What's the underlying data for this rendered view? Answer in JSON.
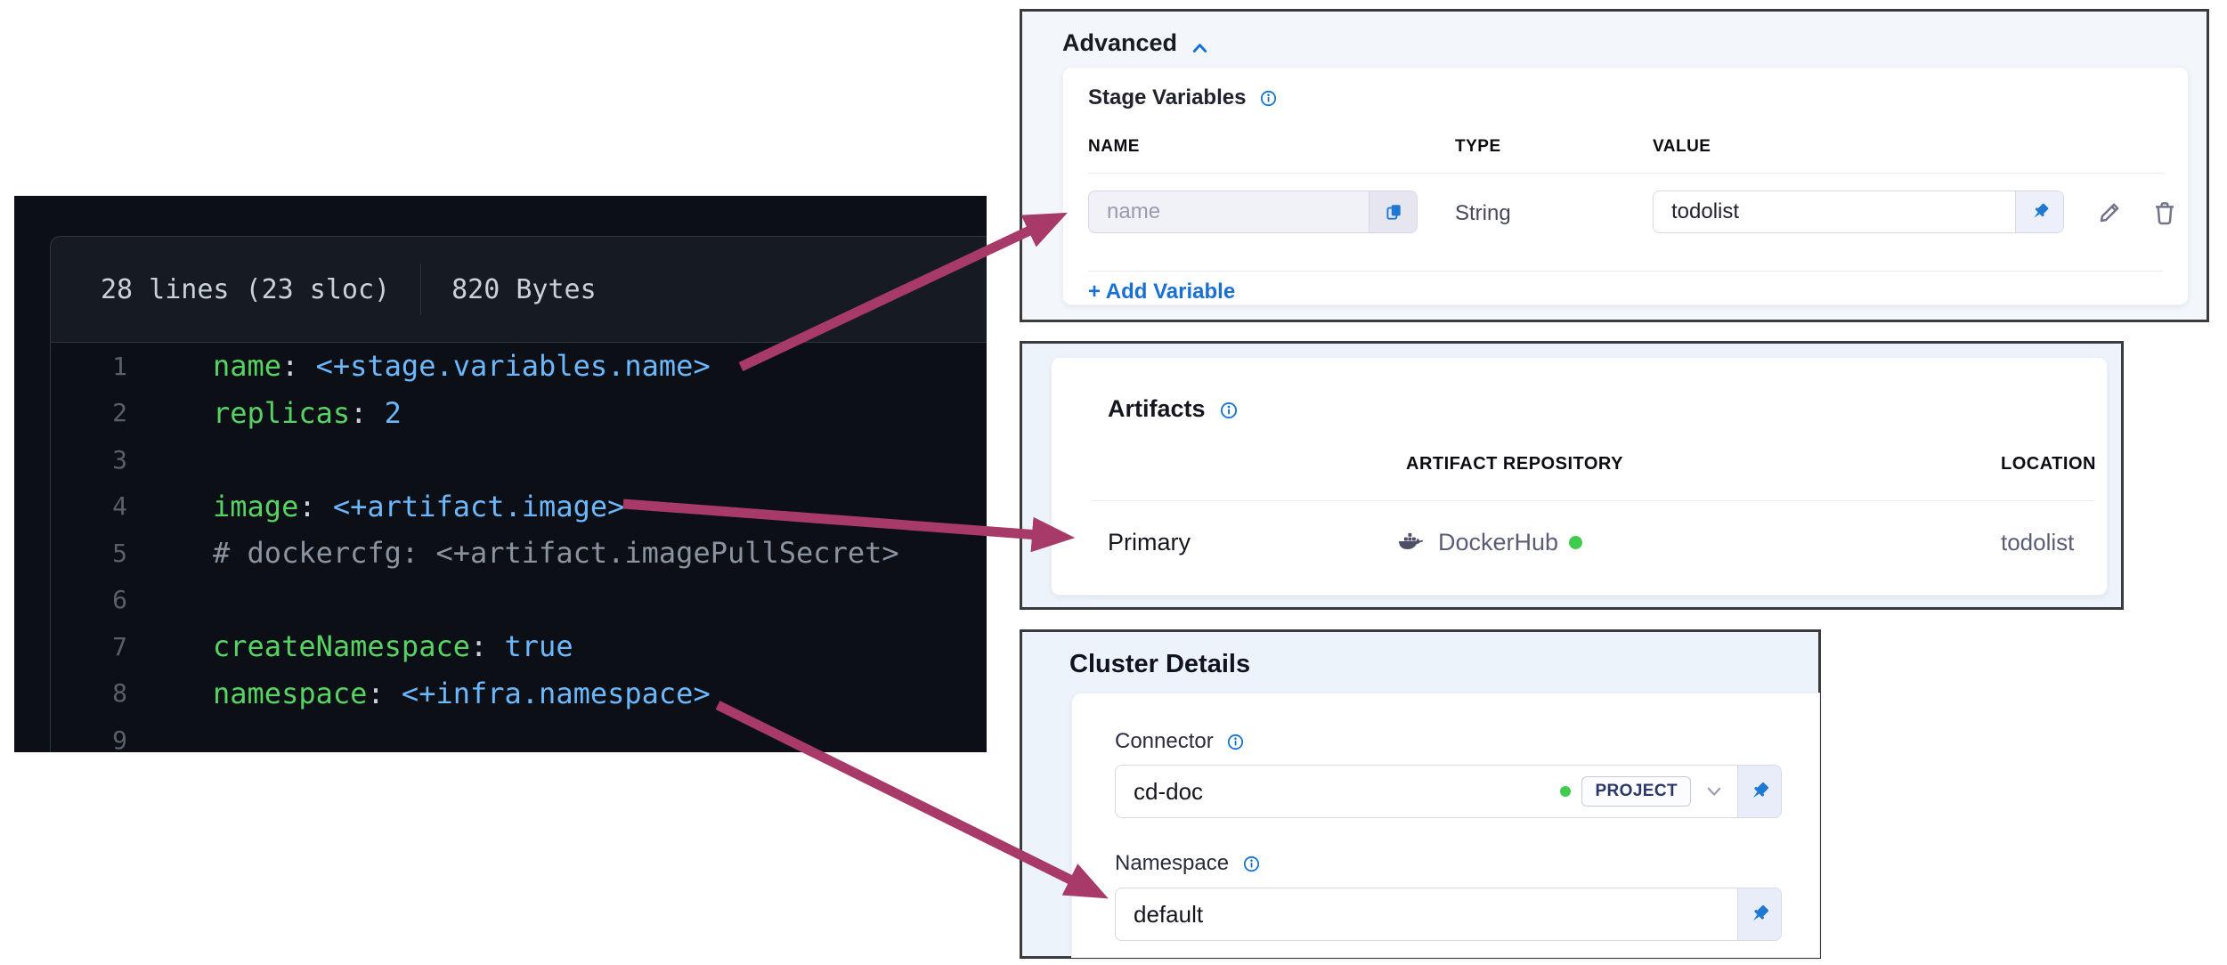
{
  "colors": {
    "accent_blue": "#1673d2",
    "arrow_magenta": "#a73a68",
    "status_green": "#3fcb4c",
    "code_key_green": "#57d364",
    "code_value_blue": "#6cb8ff",
    "code_comment_gray": "#8b949e"
  },
  "code_panel": {
    "header": {
      "lines_info": "28 lines (23 sloc)",
      "size_info": "820 Bytes"
    },
    "lines": [
      {
        "num": "1",
        "tokens": [
          {
            "t": "name",
            "c": "key"
          },
          {
            "t": ": ",
            "c": "plain"
          },
          {
            "t": "<+stage.variables.name>",
            "c": "val"
          }
        ]
      },
      {
        "num": "2",
        "tokens": [
          {
            "t": "replicas",
            "c": "key"
          },
          {
            "t": ": ",
            "c": "plain"
          },
          {
            "t": "2",
            "c": "val"
          }
        ]
      },
      {
        "num": "3",
        "tokens": []
      },
      {
        "num": "4",
        "tokens": [
          {
            "t": "image",
            "c": "key"
          },
          {
            "t": ": ",
            "c": "plain"
          },
          {
            "t": "<+artifact.image>",
            "c": "val"
          }
        ]
      },
      {
        "num": "5",
        "tokens": [
          {
            "t": "# dockercfg: <+artifact.imagePullSecret>",
            "c": "comment"
          }
        ]
      },
      {
        "num": "6",
        "tokens": []
      },
      {
        "num": "7",
        "tokens": [
          {
            "t": "createNamespace",
            "c": "key"
          },
          {
            "t": ": ",
            "c": "plain"
          },
          {
            "t": "true",
            "c": "val"
          }
        ]
      },
      {
        "num": "8",
        "tokens": [
          {
            "t": "namespace",
            "c": "key"
          },
          {
            "t": ": ",
            "c": "plain"
          },
          {
            "t": "<+infra.namespace>",
            "c": "val"
          }
        ]
      },
      {
        "num": "9",
        "tokens": []
      }
    ]
  },
  "advanced_panel": {
    "title": "Advanced",
    "stage_variables_label": "Stage Variables",
    "columns": {
      "name": "NAME",
      "type": "TYPE",
      "value": "VALUE"
    },
    "row": {
      "name_placeholder": "name",
      "type": "String",
      "value": "todolist"
    },
    "add_variable_label": "+ Add Variable"
  },
  "artifacts_panel": {
    "title": "Artifacts",
    "columns": {
      "repository": "ARTIFACT REPOSITORY",
      "location": "LOCATION"
    },
    "row": {
      "label": "Primary",
      "repository": "DockerHub",
      "location": "todolist"
    }
  },
  "cluster_panel": {
    "title": "Cluster Details",
    "connector_label": "Connector",
    "connector_value": "cd-doc",
    "connector_scope_badge": "PROJECT",
    "namespace_label": "Namespace",
    "namespace_value": "default"
  }
}
